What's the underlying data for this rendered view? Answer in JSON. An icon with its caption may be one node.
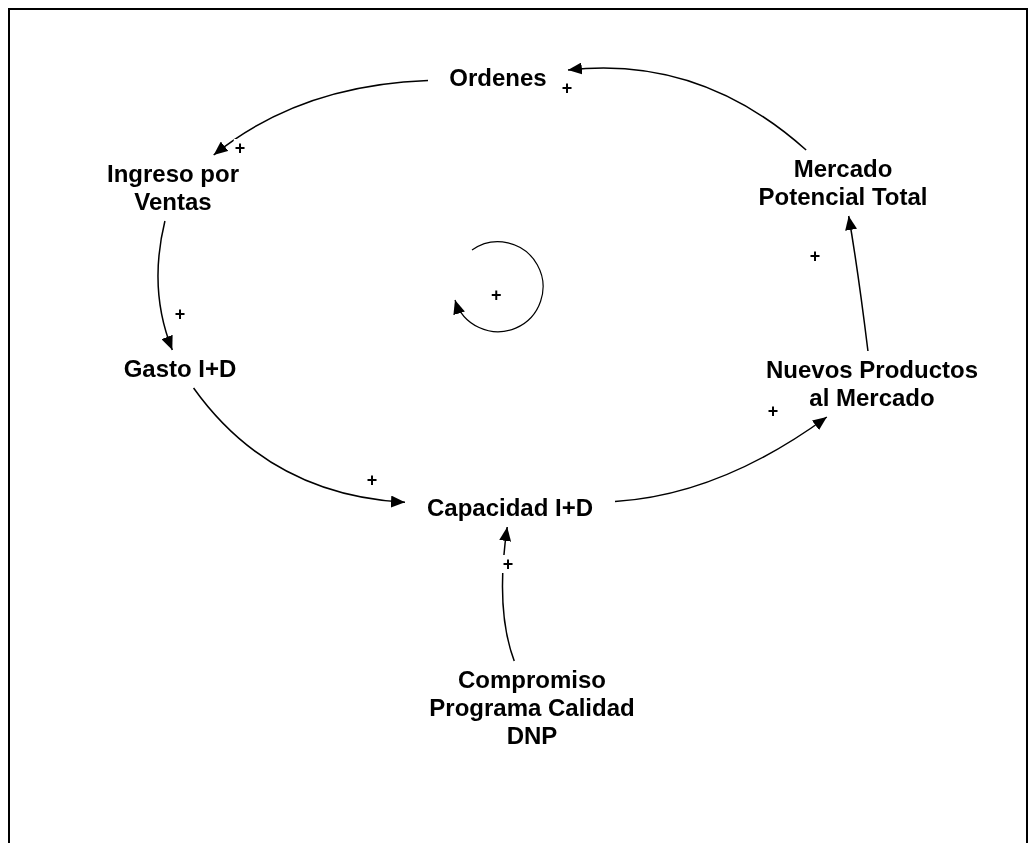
{
  "diagram": {
    "nodes": [
      {
        "text": [
          "Ordenes"
        ]
      },
      {
        "text": [
          "Ingreso por Ventas"
        ]
      },
      {
        "text": [
          "Gasto I+D"
        ]
      },
      {
        "text": [
          "Capacidad I+D"
        ]
      },
      {
        "text": [
          "Nuevos Productos al Mercado"
        ]
      },
      {
        "text": [
          "Mercado Potencial Total"
        ]
      },
      {
        "text": [
          "Compromiso Programa Calidad DNP"
        ]
      }
    ],
    "edges": [
      {
        "from": 0,
        "to": 1,
        "arrow": "to",
        "label": "+"
      },
      {
        "from": 1,
        "to": 2,
        "arrow": "to",
        "label": "+"
      },
      {
        "from": 2,
        "to": 3,
        "arrow": "to",
        "label": "+"
      },
      {
        "from": 3,
        "to": 4,
        "arrow": "to",
        "label": "+"
      },
      {
        "from": 4,
        "to": 5,
        "arrow": "to",
        "label": "+"
      },
      {
        "from": 5,
        "to": 0,
        "arrow": "to",
        "label": "+"
      },
      {
        "from": 6,
        "to": 3,
        "arrow": "to",
        "label": "+"
      }
    ],
    "labels": [
      "+"
    ]
  }
}
